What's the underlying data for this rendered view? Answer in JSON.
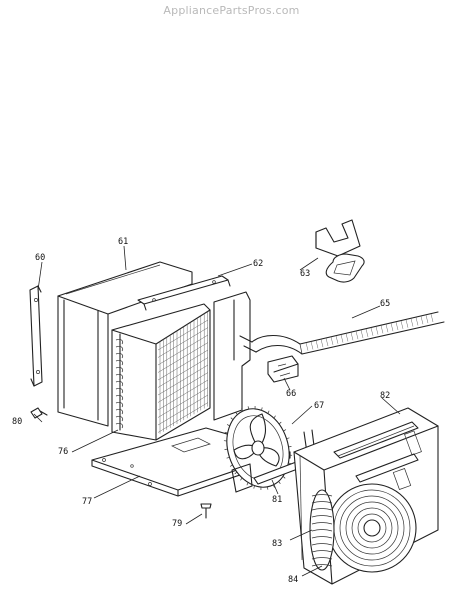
{
  "watermark": "AppliancePartsPros.com",
  "part_numbers": {
    "p60": "60",
    "p61": "61",
    "p62": "62",
    "p63": "63",
    "p65": "65",
    "p66": "66",
    "p67": "67",
    "p76": "76",
    "p77": "77",
    "p79": "79",
    "p80": "80",
    "p81": "81",
    "p82": "82",
    "p83": "83",
    "p84": "84"
  }
}
